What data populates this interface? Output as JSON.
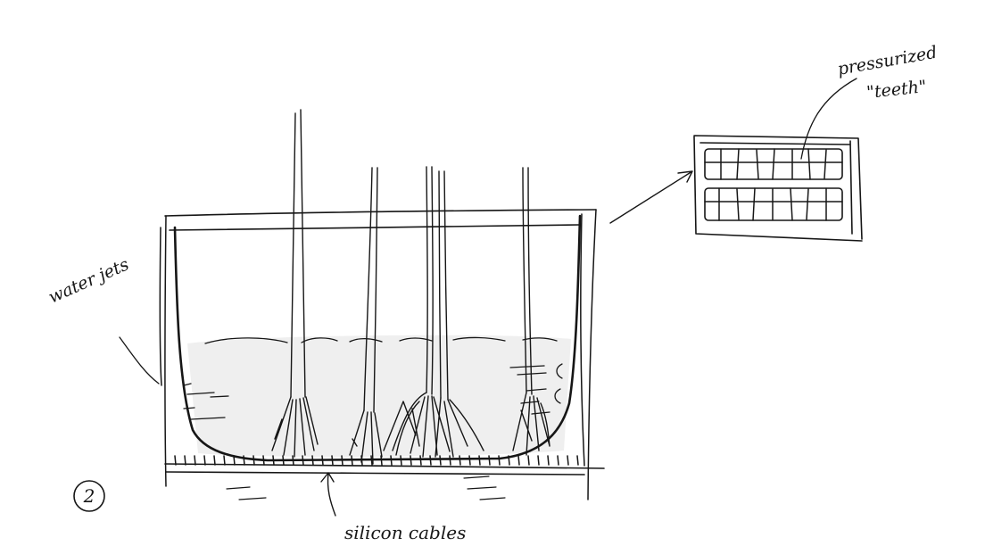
{
  "labels": {
    "water_jets": "water jets",
    "silicon_cables": "silicon cables",
    "pressurized": "pressurized",
    "teeth": "\"teeth\"",
    "figure_number": "2"
  },
  "colors": {
    "ink": "#161616",
    "paper": "#ffffff",
    "water_shade": "#d6d6d6"
  }
}
